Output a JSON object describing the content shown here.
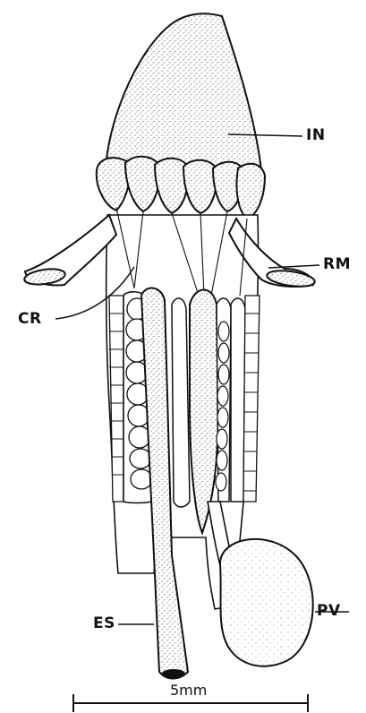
{
  "labels": {
    "in": "IN",
    "rm": "RM",
    "cr": "CR",
    "es": "ES",
    "pv": "PV"
  },
  "scale_bar": {
    "text": "5mm"
  }
}
